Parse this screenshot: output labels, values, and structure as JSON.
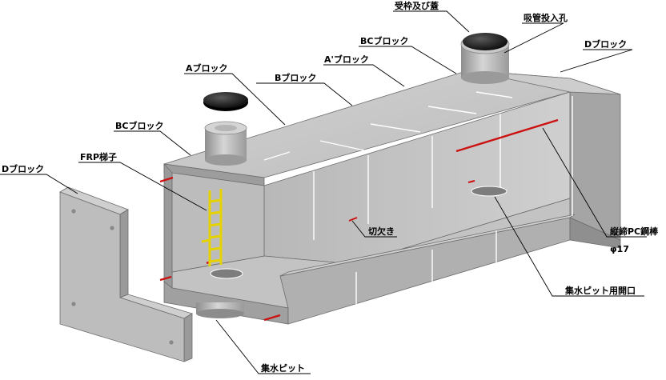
{
  "labels": {
    "lid": "受枠及び蓋",
    "pipe_inlet": "吸管投入孔",
    "d_block_right": "Dブロック",
    "bc_block_top": "BCブロック",
    "a_prime_block": "A'ブロック",
    "a_block": "Aブロック",
    "b_block": "Bブロック",
    "bc_block_left": "BCブロック",
    "frp_ladder": "FRP梯子",
    "d_block_left": "Dブロック",
    "notch": "切欠き",
    "pc_rod": "縦締PC鋼棒",
    "pc_rod_dia": "φ17",
    "pit_opening": "集水ピット用開口",
    "sump_pit": "集水ピット"
  },
  "colors": {
    "concrete_top": "#c8c8c8",
    "concrete_side": "#a9a9a9",
    "concrete_inner": "#bdbdbd",
    "pc_rod": "#cc1111",
    "ladder": "#e6d200",
    "lid": "#111111"
  }
}
